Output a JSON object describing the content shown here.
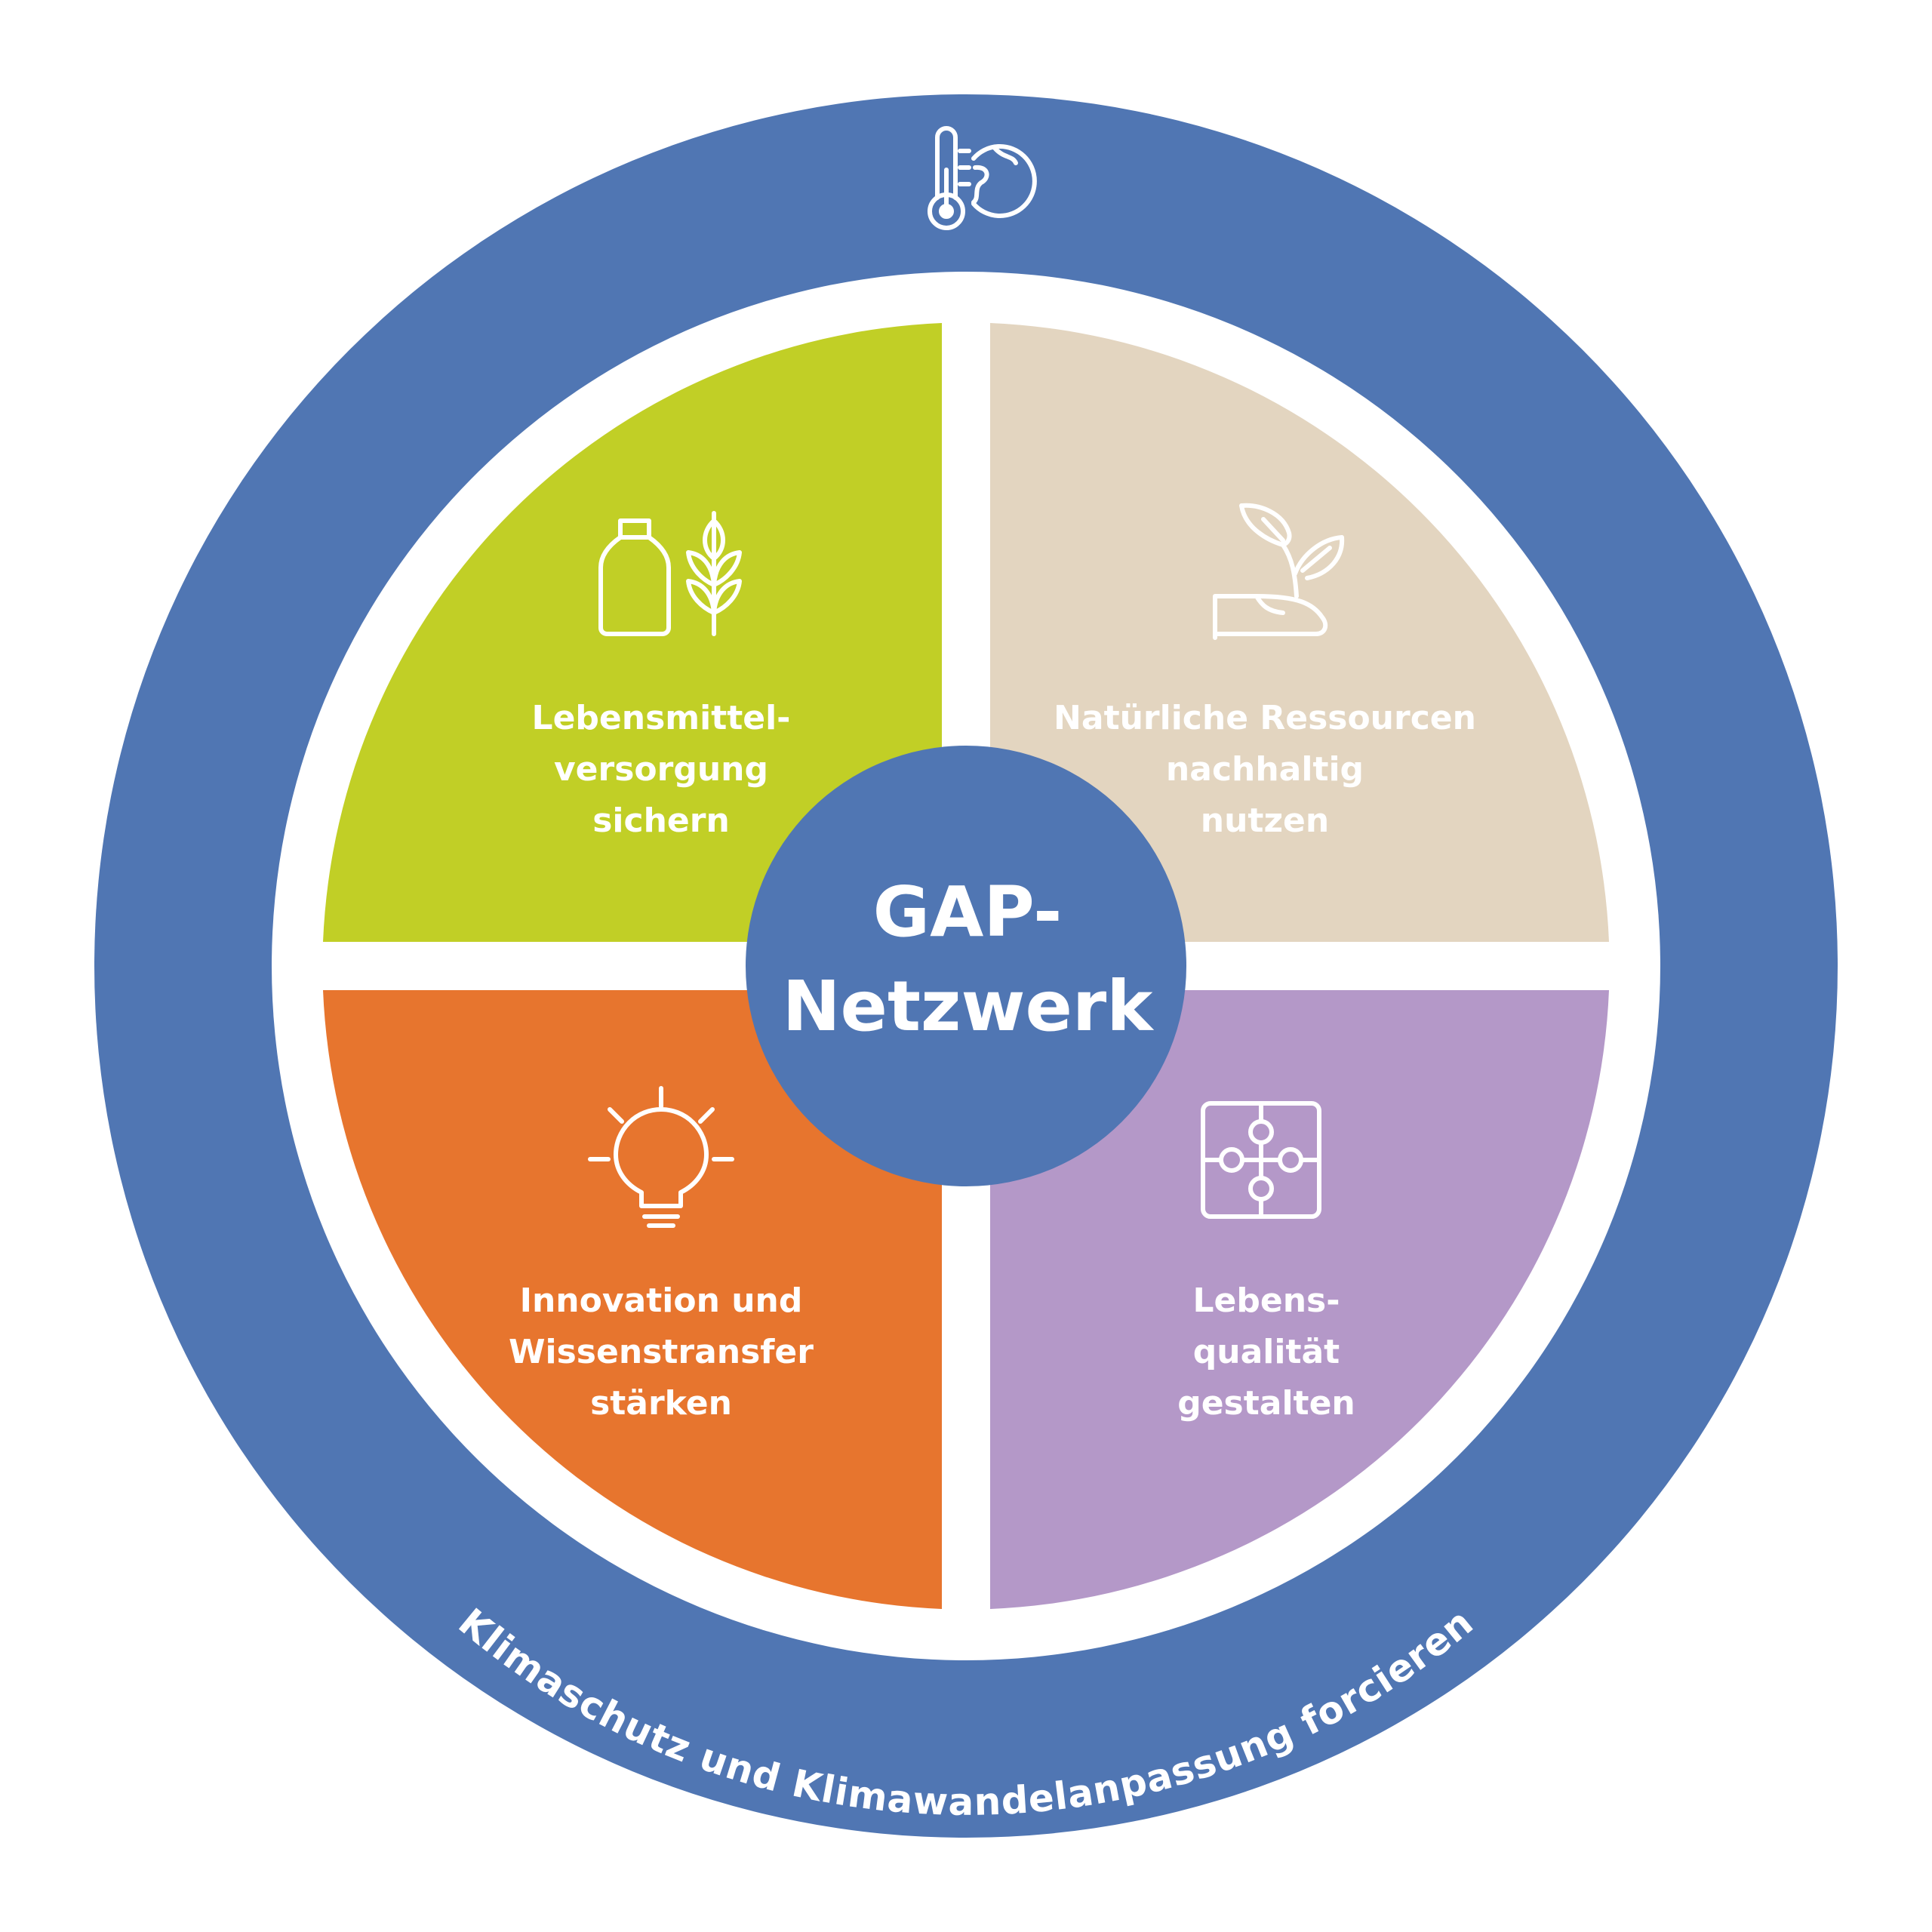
{
  "colors": {
    "ring": "#5076b3",
    "center": "#5076b3",
    "food": "#c1cf26",
    "resources": "#e3d5c0",
    "innovation": "#e7752e",
    "quality": "#b498c8",
    "gap": "#ffffff",
    "text": "#ffffff"
  },
  "ring": {
    "label": "Klimaschutz und Klimawandelanpassung forcieren",
    "icon": "thermometer-globe-icon"
  },
  "center": {
    "line1": "GAP-",
    "line2": "Netzwerk"
  },
  "quadrants": {
    "food": {
      "icon": "milk-bottle-wheat-icon",
      "lines": [
        "Lebensmittel-",
        "versorgung",
        "sichern"
      ]
    },
    "resources": {
      "icon": "plant-sprout-icon",
      "lines": [
        "Natürliche Ressourcen",
        "nachhaltig",
        "nutzen"
      ]
    },
    "innovation": {
      "icon": "lightbulb-icon",
      "lines": [
        "Innovation und",
        "Wissenstransfer",
        "stärken"
      ]
    },
    "quality": {
      "icon": "puzzle-icon",
      "lines": [
        "Lebens-",
        "qualität",
        "gestalten"
      ]
    }
  }
}
